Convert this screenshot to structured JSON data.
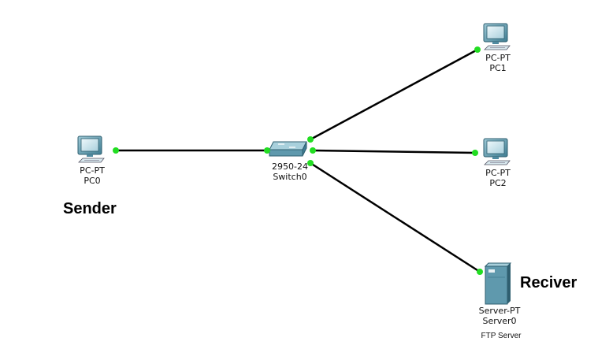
{
  "diagram": {
    "devices": [
      {
        "id": "pc0",
        "type": "pc",
        "model": "PC-PT",
        "name": "PC0",
        "icon": "pc-icon"
      },
      {
        "id": "pc1",
        "type": "pc",
        "model": "PC-PT",
        "name": "PC1",
        "icon": "pc-icon"
      },
      {
        "id": "pc2",
        "type": "pc",
        "model": "PC-PT",
        "name": "PC2",
        "icon": "pc-icon"
      },
      {
        "id": "switch0",
        "type": "switch",
        "model": "2950-24",
        "name": "Switch0",
        "icon": "switch-icon"
      },
      {
        "id": "server0",
        "type": "server",
        "model": "Server-PT",
        "name": "Server0",
        "note": "FTP Server",
        "icon": "server-icon"
      }
    ],
    "links": [
      {
        "from": "pc0",
        "to": "switch0"
      },
      {
        "from": "switch0",
        "to": "pc1"
      },
      {
        "from": "switch0",
        "to": "pc2"
      },
      {
        "from": "switch0",
        "to": "server0"
      }
    ],
    "annotations": {
      "sender": "Sender",
      "receiver": "Reciver"
    },
    "colors": {
      "link": "#000000",
      "port_status": "#22dd22",
      "device_body": "#5f99ad",
      "device_dark": "#2f5f70",
      "screen": "#cfe6ee"
    }
  }
}
